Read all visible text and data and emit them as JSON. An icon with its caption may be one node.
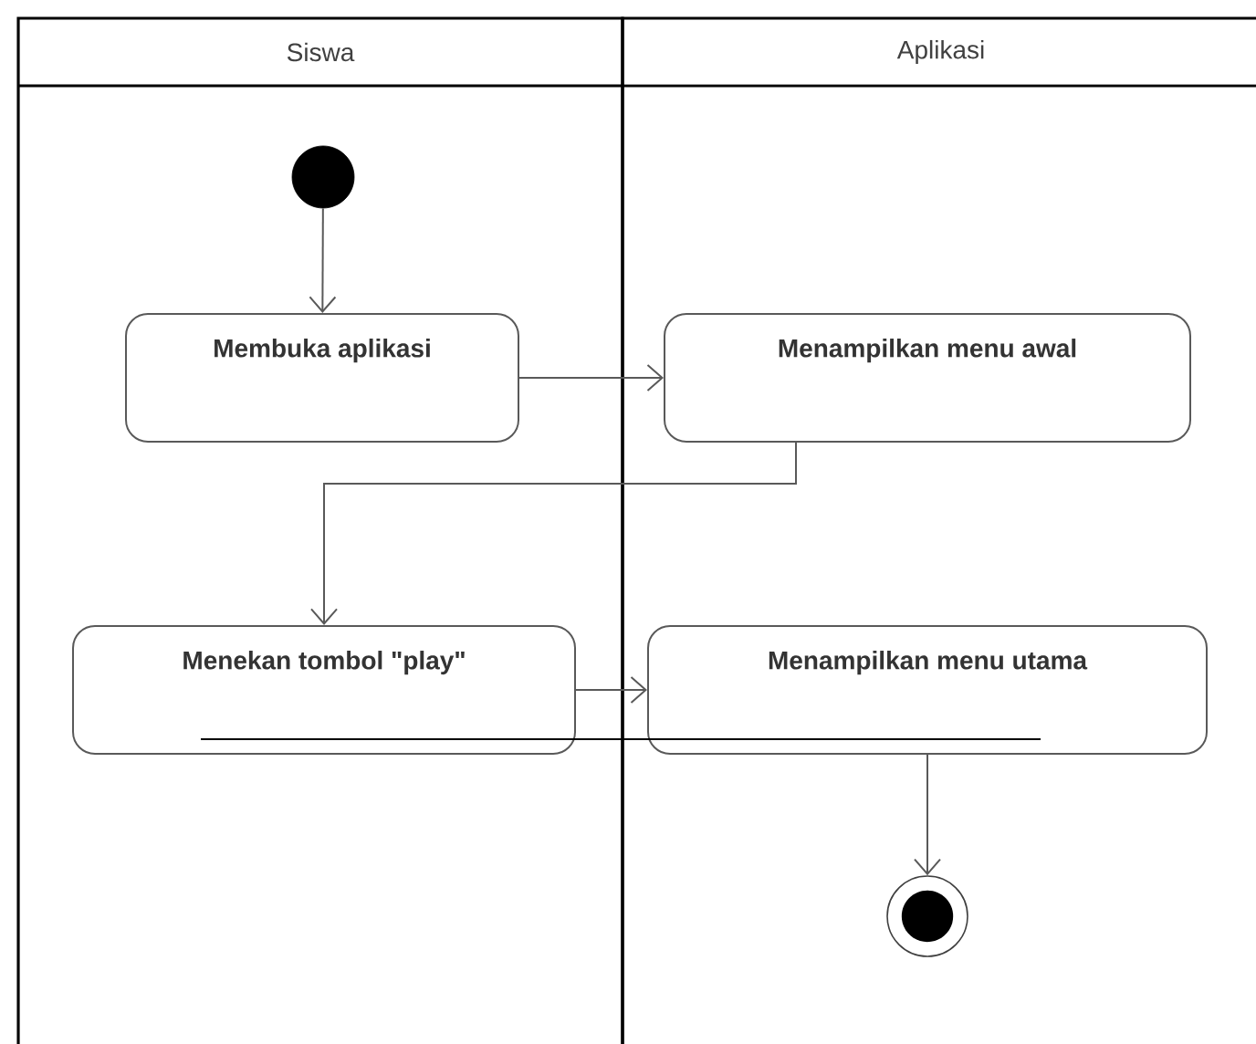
{
  "diagram": {
    "nodes": [
      {
        "text": [
          "Siswa"
        ]
      },
      {
        "text": [
          "Aplikasi"
        ]
      },
      {
        "text": [],
        "shape": "circle",
        "in": 0
      },
      {
        "text": [
          "Membuka aplikasi"
        ],
        "in": 0
      },
      {
        "text": [
          "Menampilkan menu awal"
        ],
        "in": 1
      },
      {
        "text": [
          "Menekan tombol \"play\""
        ],
        "in": 0
      },
      {
        "text": [
          "Menampilkan menu utama"
        ],
        "in": 1
      },
      {
        "text": [],
        "shape": "bullseye",
        "in": 1
      }
    ],
    "edges": [
      {
        "from": 2,
        "to": 3,
        "arrow": "to"
      },
      {
        "from": 3,
        "to": 4,
        "arrow": "to"
      },
      {
        "from": 4,
        "to": 5,
        "arrow": "to"
      },
      {
        "from": 5,
        "to": 6,
        "arrow": "to"
      },
      {
        "from": 6,
        "to": 7,
        "arrow": "to"
      }
    ]
  }
}
